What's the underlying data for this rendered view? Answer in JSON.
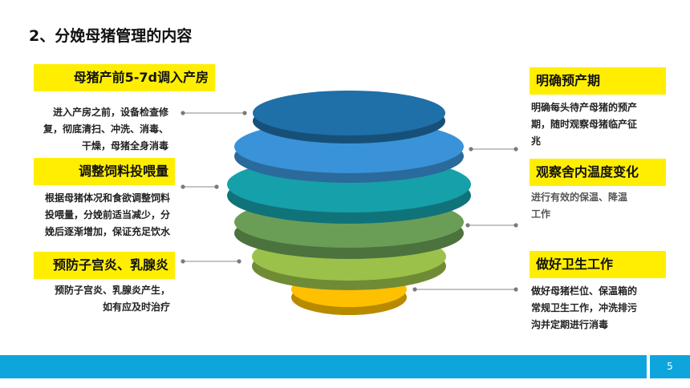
{
  "title": "2、分娩母猪管理的内容",
  "left_items": [
    {
      "heading": "母猪产前5-7d调入产房",
      "lines": [
        "进入产房之前，设备检查修",
        "复，彻底清扫、冲洗、消毒、",
        "干燥，母猪全身消毒"
      ]
    },
    {
      "heading": "调整饲料投喂量",
      "lines": [
        "根据母猪体况和食欲调整饲料",
        "投喂量，分娩前适当减少，分",
        "娩后逐渐增加，保证充足饮水"
      ]
    },
    {
      "heading": "预防子宫炎、乳腺炎",
      "lines": [
        "预防子宫炎、乳腺炎产生，",
        "如有应及时治疗"
      ]
    }
  ],
  "right_items": [
    {
      "heading": "明确预产期",
      "lines": [
        "明确每头待产母猪的预产",
        "期，随时观察母猪临产征",
        "兆"
      ]
    },
    {
      "heading": "观察舍内温度变化",
      "lines": [
        "进行有效的保温、降温",
        "工作"
      ]
    },
    {
      "heading": "做好卫生工作",
      "lines": [
        "做好母猪栏位、保温箱的",
        "常规卫生工作，冲洗排污",
        "沟并定期进行消毒"
      ]
    }
  ],
  "page_number": "5",
  "colors": {
    "highlight": "#ffee00",
    "footer": "#0ea5dd",
    "layers": [
      "#1f6fa8",
      "#3a93d8",
      "#16a0aa",
      "#6a9e56",
      "#9cc14a",
      "#ffc000"
    ]
  }
}
